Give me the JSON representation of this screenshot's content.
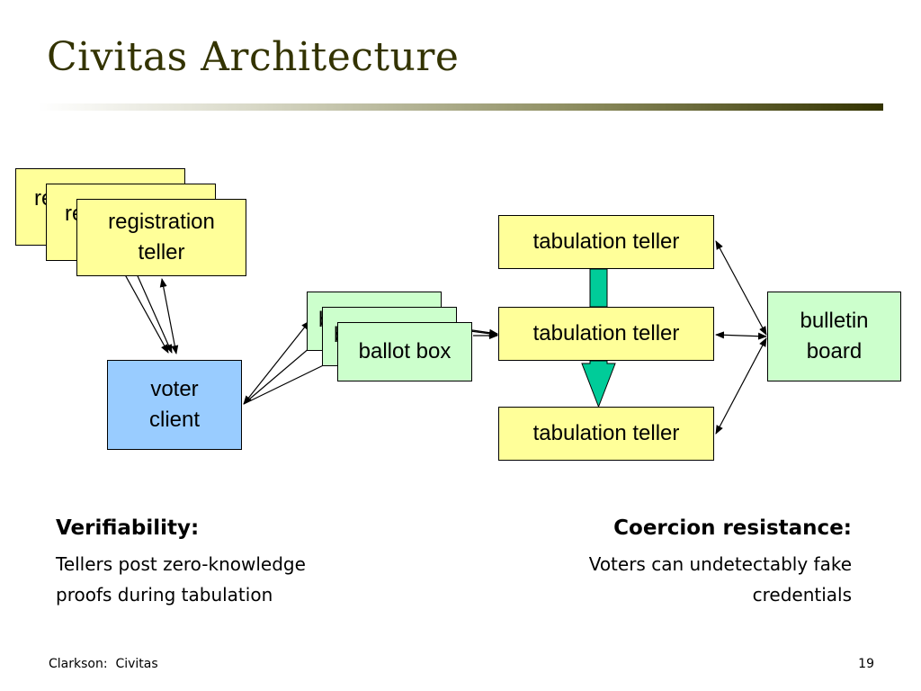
{
  "slide": {
    "title": "Civitas Architecture",
    "footer_left": "Clarkson:  Civitas",
    "page_number": "19"
  },
  "diagram": {
    "registration_tellers": [
      {
        "label": "re"
      },
      {
        "label": "re"
      },
      {
        "line1": "registration",
        "line2": "teller"
      }
    ],
    "voter_client": {
      "line1": "voter",
      "line2": "client"
    },
    "ballot_boxes": [
      {
        "label": "b"
      },
      {
        "label": "b"
      },
      {
        "label": "ballot box"
      }
    ],
    "tabulation_tellers": [
      {
        "label": "tabulation teller"
      },
      {
        "label": "tabulation teller"
      },
      {
        "label": "tabulation teller"
      }
    ],
    "bulletin_board": {
      "line1": "bulletin",
      "line2": "board"
    },
    "colors": {
      "teller_fill": "#ffff99",
      "ballot_fill": "#ccffcc",
      "client_fill": "#99ccff",
      "flow_arrow": "#00cc99",
      "title_color": "#333300"
    }
  },
  "left_column": {
    "heading": "Verifiability:",
    "line1": "Tellers post zero-knowledge",
    "line2": "proofs during tabulation"
  },
  "right_column": {
    "heading": "Coercion resistance:",
    "line1": "Voters can undetectably fake",
    "line2": "credentials"
  }
}
